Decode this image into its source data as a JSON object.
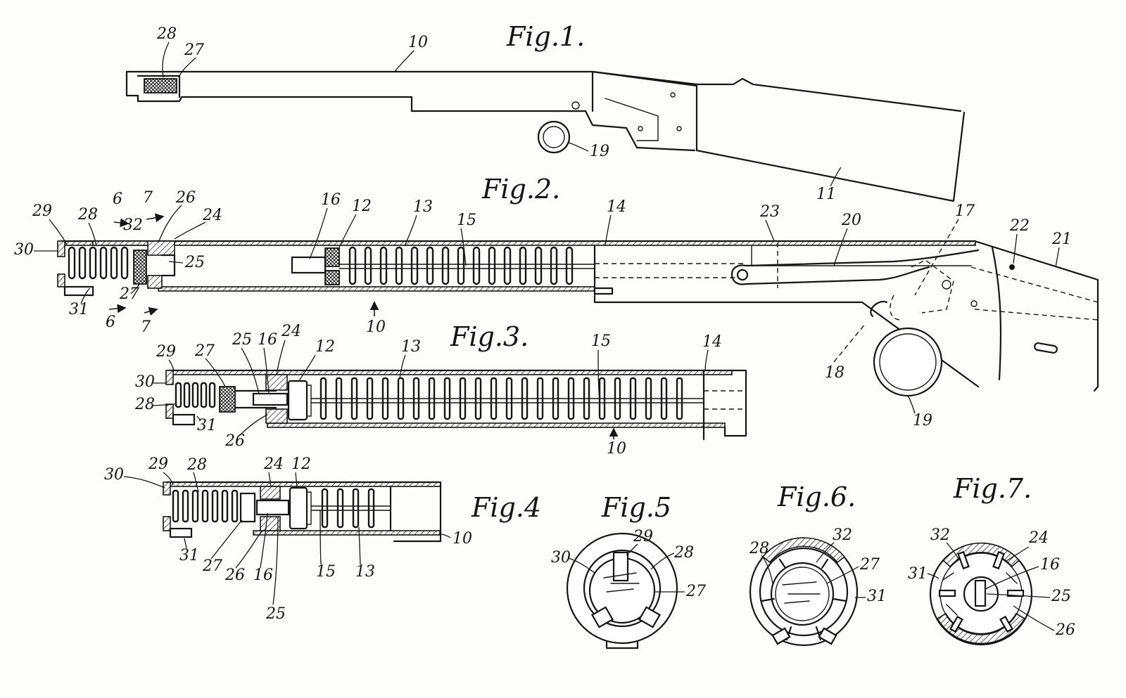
{
  "figures": {
    "fig1": {
      "label": "Fig.1.",
      "refs": [
        "28",
        "27",
        "10",
        "19",
        "11"
      ]
    },
    "fig2": {
      "label": "Fig.2.",
      "refs": [
        "29",
        "30",
        "28",
        "6",
        "7",
        "32",
        "26",
        "24",
        "16",
        "12",
        "13",
        "15",
        "14",
        "23",
        "20",
        "17",
        "22",
        "21",
        "25",
        "31",
        "6",
        "27",
        "7",
        "10",
        "18",
        "19"
      ]
    },
    "fig3": {
      "label": "Fig.3.",
      "refs": [
        "25",
        "16",
        "24",
        "12",
        "13",
        "15",
        "14",
        "29",
        "27",
        "30",
        "28",
        "31",
        "26",
        "10"
      ]
    },
    "fig4": {
      "label": "Fig.4",
      "refs": [
        "30",
        "29",
        "28",
        "24",
        "12",
        "10",
        "31",
        "27",
        "26",
        "16",
        "15",
        "13",
        "25"
      ]
    },
    "fig5": {
      "label": "Fig.5",
      "refs": [
        "30",
        "29",
        "28",
        "27"
      ]
    },
    "fig6": {
      "label": "Fig.6.",
      "refs": [
        "28",
        "32",
        "27",
        "31"
      ]
    },
    "fig7": {
      "label": "Fig.7.",
      "refs": [
        "32",
        "24",
        "31",
        "16",
        "25",
        "26"
      ]
    }
  }
}
